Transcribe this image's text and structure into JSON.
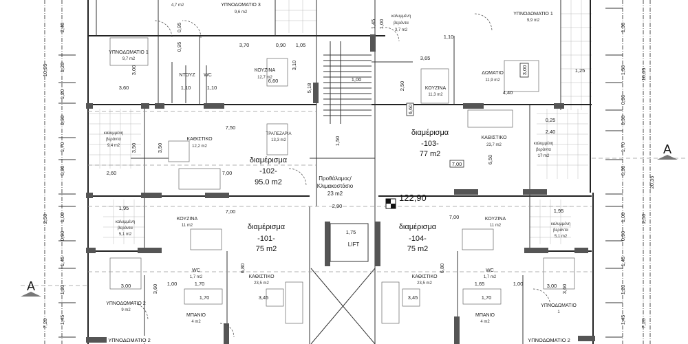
{
  "plan": {
    "top_left": {
      "room_partial": "4,7 m2",
      "bedroom3": "ΥΠΝΟΔΩΜΑΤΙΟ 3",
      "bedroom3_area": "9,6 m2"
    },
    "apt102": {
      "label": "διαμέρισμα",
      "number": "-102-",
      "area": "95.0 m2",
      "bedroom1": "ΥΠΝΟΔΩΜΑΤΙΟ 1",
      "bedroom1_area": "9,7 m2",
      "shower": "ΝΤΟΥΖ",
      "wc": "WC",
      "kitchen": "ΚΟΥΖΙΝΑ",
      "kitchen_area": "12,7 m2",
      "living": "ΚΑΘΙΣΤΙΚΟ",
      "living_area": "12,2 m2",
      "dining": "ΤΡΑΠΕΖΑΡΙΑ",
      "dining_area": "13,3 m2",
      "veranda1": "καλυμμένη",
      "veranda2": "βεράντα",
      "veranda_area": "9,4 m2"
    },
    "apt103": {
      "label": "διαμέρισμα",
      "number": "-103-",
      "area": "77 m2",
      "veranda_top1": "καλυμμένη",
      "veranda_top2": "βεράντα",
      "veranda_top_area": "3,7 m2",
      "bedroom1": "ΥΠΝΟΔΩΜΑΤΙΟ 1",
      "bedroom1_area": "9,9 m2",
      "room": "ΔΩΜΑΤΙΟ",
      "room_area": "11,9 m2",
      "kitchen": "ΚΟΥΖΙΝΑ",
      "kitchen_area": "11,3 m2",
      "living": "ΚΑΘΙΣΤΙΚΟ",
      "living_area": "23,7 m2",
      "veranda1": "καλυμμένη",
      "veranda2": "βεράντα",
      "veranda_area": "17 m2"
    },
    "lobby": {
      "line1": "Προθάλαμος/",
      "line2": "Κλιμακοστάσιο",
      "area": "23 m2",
      "level": "122,90",
      "lift": "LIFT"
    },
    "apt101": {
      "label": "διαμέρισμα",
      "number": "-101-",
      "area": "75 m2",
      "veranda1": "καλυμμένη",
      "veranda2": "βεράντα",
      "veranda_area": "5,1 m2",
      "kitchen": "ΚΟΥΖΙΝΑ",
      "kitchen_area": "11 m2",
      "wc": "WC",
      "wc_area": "1,7 m2",
      "living": "ΚΑΘΙΣΤΙΚΟ",
      "living_area": "23,5 m2",
      "bath": "ΜΠΑΝΙΟ",
      "bath_area": "4 m2",
      "bedroom": "ΥΠΝΟΔΩΜΑΤΙΟ 2",
      "bedroom_area": "9 m2",
      "bedroom_bottom": "ΥΠΝΟΔΩΜΑΤΙΟ 2"
    },
    "apt104": {
      "label": "διαμέρισμα",
      "number": "-104-",
      "area": "75 m2",
      "veranda1": "καλυμμένη",
      "veranda2": "βεράντα",
      "veranda_area": "5,1 m2",
      "kitchen": "ΚΟΥΖΙΝΑ",
      "kitchen_area": "11 m2",
      "wc": "WC",
      "wc_area": "1,7 m2",
      "living": "ΚΑΘΙΣΤΙΚΟ",
      "living_area": "23,5 m2",
      "bath": "ΜΠΑΝΙΟ",
      "bath_area": "4 m2",
      "bedroom": "ΥΠΝΟΔΩΜΑΤΙΟ",
      "bedroom_num": "1",
      "bedroom_bottom": "ΥΠΝΟΔΩΜΑΤΙΟ 2"
    },
    "section_left": "A",
    "section_right": "A",
    "dims_left_inner": [
      "2,40",
      "1,20",
      "1,20",
      "0,90",
      "1,70",
      "0,90",
      "1,00",
      "0,90",
      "1,45",
      "1,20",
      "1,45"
    ],
    "dims_left_outer": [
      "10,95",
      "2,50",
      "7,20"
    ],
    "dims_right_inner": [
      "1,90",
      "1,50",
      "0,90",
      "0,90",
      "1,70",
      "0,90",
      "1,00",
      "0,90",
      "1,45",
      "1,20",
      "1,45"
    ],
    "dims_right_outer": [
      "10,65",
      "2,50",
      "7,20"
    ],
    "dims_right_total": "20,35",
    "dims_interior": [
      "3,70",
      "0,90",
      "1,05",
      "3,60",
      "1,10",
      "1,10",
      "3,00",
      "3,10",
      "5,18",
      "6,60",
      "7,50",
      "3,50",
      "3,50",
      "2,60",
      "7,00",
      "1,00",
      "1,50",
      "3,65",
      "2,50",
      "6,60",
      "4,40",
      "3,00",
      "1,25",
      "1,10",
      "0,25",
      "2,40",
      "7,00",
      "6,50",
      "1,95",
      "7,00",
      "2,90",
      "1,75",
      "6,80",
      "3,45",
      "1,70",
      "1,70",
      "3,00",
      "3,60",
      "1,00",
      "1,95",
      "7,00",
      "6,80",
      "3,45",
      "1,65",
      "1,00",
      "1,70",
      "3,00",
      "3,60",
      "0,95",
      "0,95",
      "1,45",
      "1,00"
    ]
  }
}
